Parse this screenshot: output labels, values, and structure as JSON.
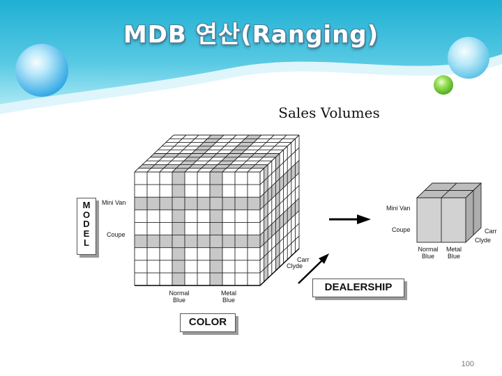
{
  "slide": {
    "title": "MDB 연산(Ranging)",
    "page_number": "100"
  },
  "diagram": {
    "caption": "Sales Volumes",
    "axes": {
      "model": {
        "title": "MODEL",
        "title_letters": [
          "M",
          "O",
          "D",
          "E",
          "L"
        ],
        "members": [
          "Mini Van",
          "Coupe"
        ]
      },
      "color": {
        "title": "COLOR",
        "members": [
          {
            "line1": "Normal",
            "line2": "Blue"
          },
          {
            "line1": "Metal",
            "line2": "Blue"
          }
        ]
      },
      "dealership": {
        "title": "DEALERSHIP",
        "members": [
          "Carr",
          "Clyde"
        ]
      }
    },
    "subcube": {
      "model_members": [
        "Mini Van",
        "Coupe"
      ],
      "color_members": [
        {
          "line1": "Normal",
          "line2": "Blue"
        },
        {
          "line1": "Metal",
          "line2": "Blue"
        }
      ],
      "dealer_members": [
        "Carr",
        "Clyde"
      ]
    }
  },
  "colors": {
    "banner_top": "#29b5d6",
    "banner_bottom": "#9ee6f3",
    "grid_line": "#222222",
    "highlight": "#c8c8c8",
    "cube_face": "#ffffff"
  }
}
